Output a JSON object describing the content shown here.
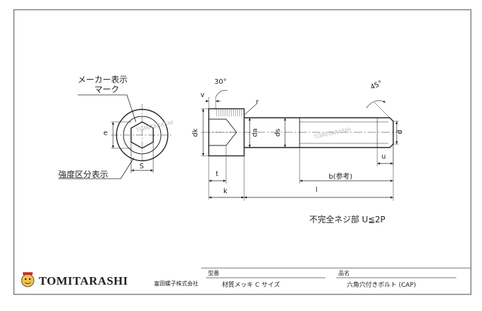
{
  "drawing": {
    "marker_label_line1": "メーカー表示",
    "marker_label_line2": "マーク",
    "strength_label": "強度区分表示",
    "incomplete_thread_label": "不完全ネジ部 U≦2P",
    "watermark_front": "TOMITARASHI",
    "watermark_side": "TOMITARASHI",
    "dims": {
      "e": "e",
      "s": "S",
      "v": "v",
      "angle_head": "30°",
      "r": "r",
      "dk": "dk",
      "da": "da",
      "ds": "ds",
      "d": "d",
      "angle_tip": "45°",
      "u": "u",
      "t": "t",
      "b": "b(参考)",
      "k": "k",
      "l": "l"
    }
  },
  "title_block": {
    "brand": "TOMITARASHI",
    "company": "富田螺子株式会社",
    "model_header": "型番",
    "model_value": "材質メッキ C サイズ",
    "product_header": "品名",
    "product_value": "六角穴付きボルト (CAP)"
  }
}
